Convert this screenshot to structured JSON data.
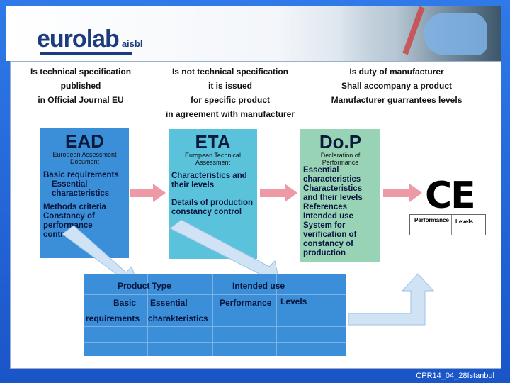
{
  "header": {
    "logo_euro": "euro",
    "logo_lab": "lab",
    "logo_suffix": "aisbl"
  },
  "top_texts": {
    "col1": [
      "Is technical specification",
      "published",
      "in Official Journal EU"
    ],
    "col2": [
      "Is not technical specification",
      "it is issued",
      "for specific product",
      "in agreement with manufacturer"
    ],
    "col3": [
      "Is duty of manufacturer",
      "Shall accompany a product",
      "Manufacturer guarrantees levels"
    ]
  },
  "boxes": {
    "ead": {
      "title": "EAD",
      "subtitle": "European Assessment Document",
      "items": [
        "Basic requirements",
        "Essential characteristics",
        "Methods criteria",
        "Constancy of performance control"
      ]
    },
    "eta": {
      "title": "ETA",
      "subtitle": "European Technical Assessment",
      "items": [
        "Characteristics and their levels",
        "Details of production constancy control"
      ]
    },
    "dop": {
      "title": "Do.P",
      "subtitle": "Declaration of Performance",
      "items": [
        "Essential characteristics",
        "Characteristics and their levels",
        "References",
        "Intended use",
        "System for verification of constancy of production"
      ]
    }
  },
  "ce_mark": {
    "symbol": "CE",
    "table_col1": "Performance",
    "table_col2": "Levels"
  },
  "bottom_table": {
    "header1": "Product Type",
    "header2": "Intended use",
    "row2_basic": "Basic",
    "row2_essential": "Essential",
    "row2_performance": "Performance",
    "row2_levels": "Levels",
    "row3_requirements": "requirements",
    "row3_charakteristics": "charakteristics"
  },
  "footer": "CPR14_04_28Istanbul",
  "colors": {
    "ead": "#3a8fd8",
    "eta": "#5bc2db",
    "dop": "#98d3b6",
    "pink_arrow": "#ee9aa6",
    "blue_arrow": "#cfe3f5"
  }
}
